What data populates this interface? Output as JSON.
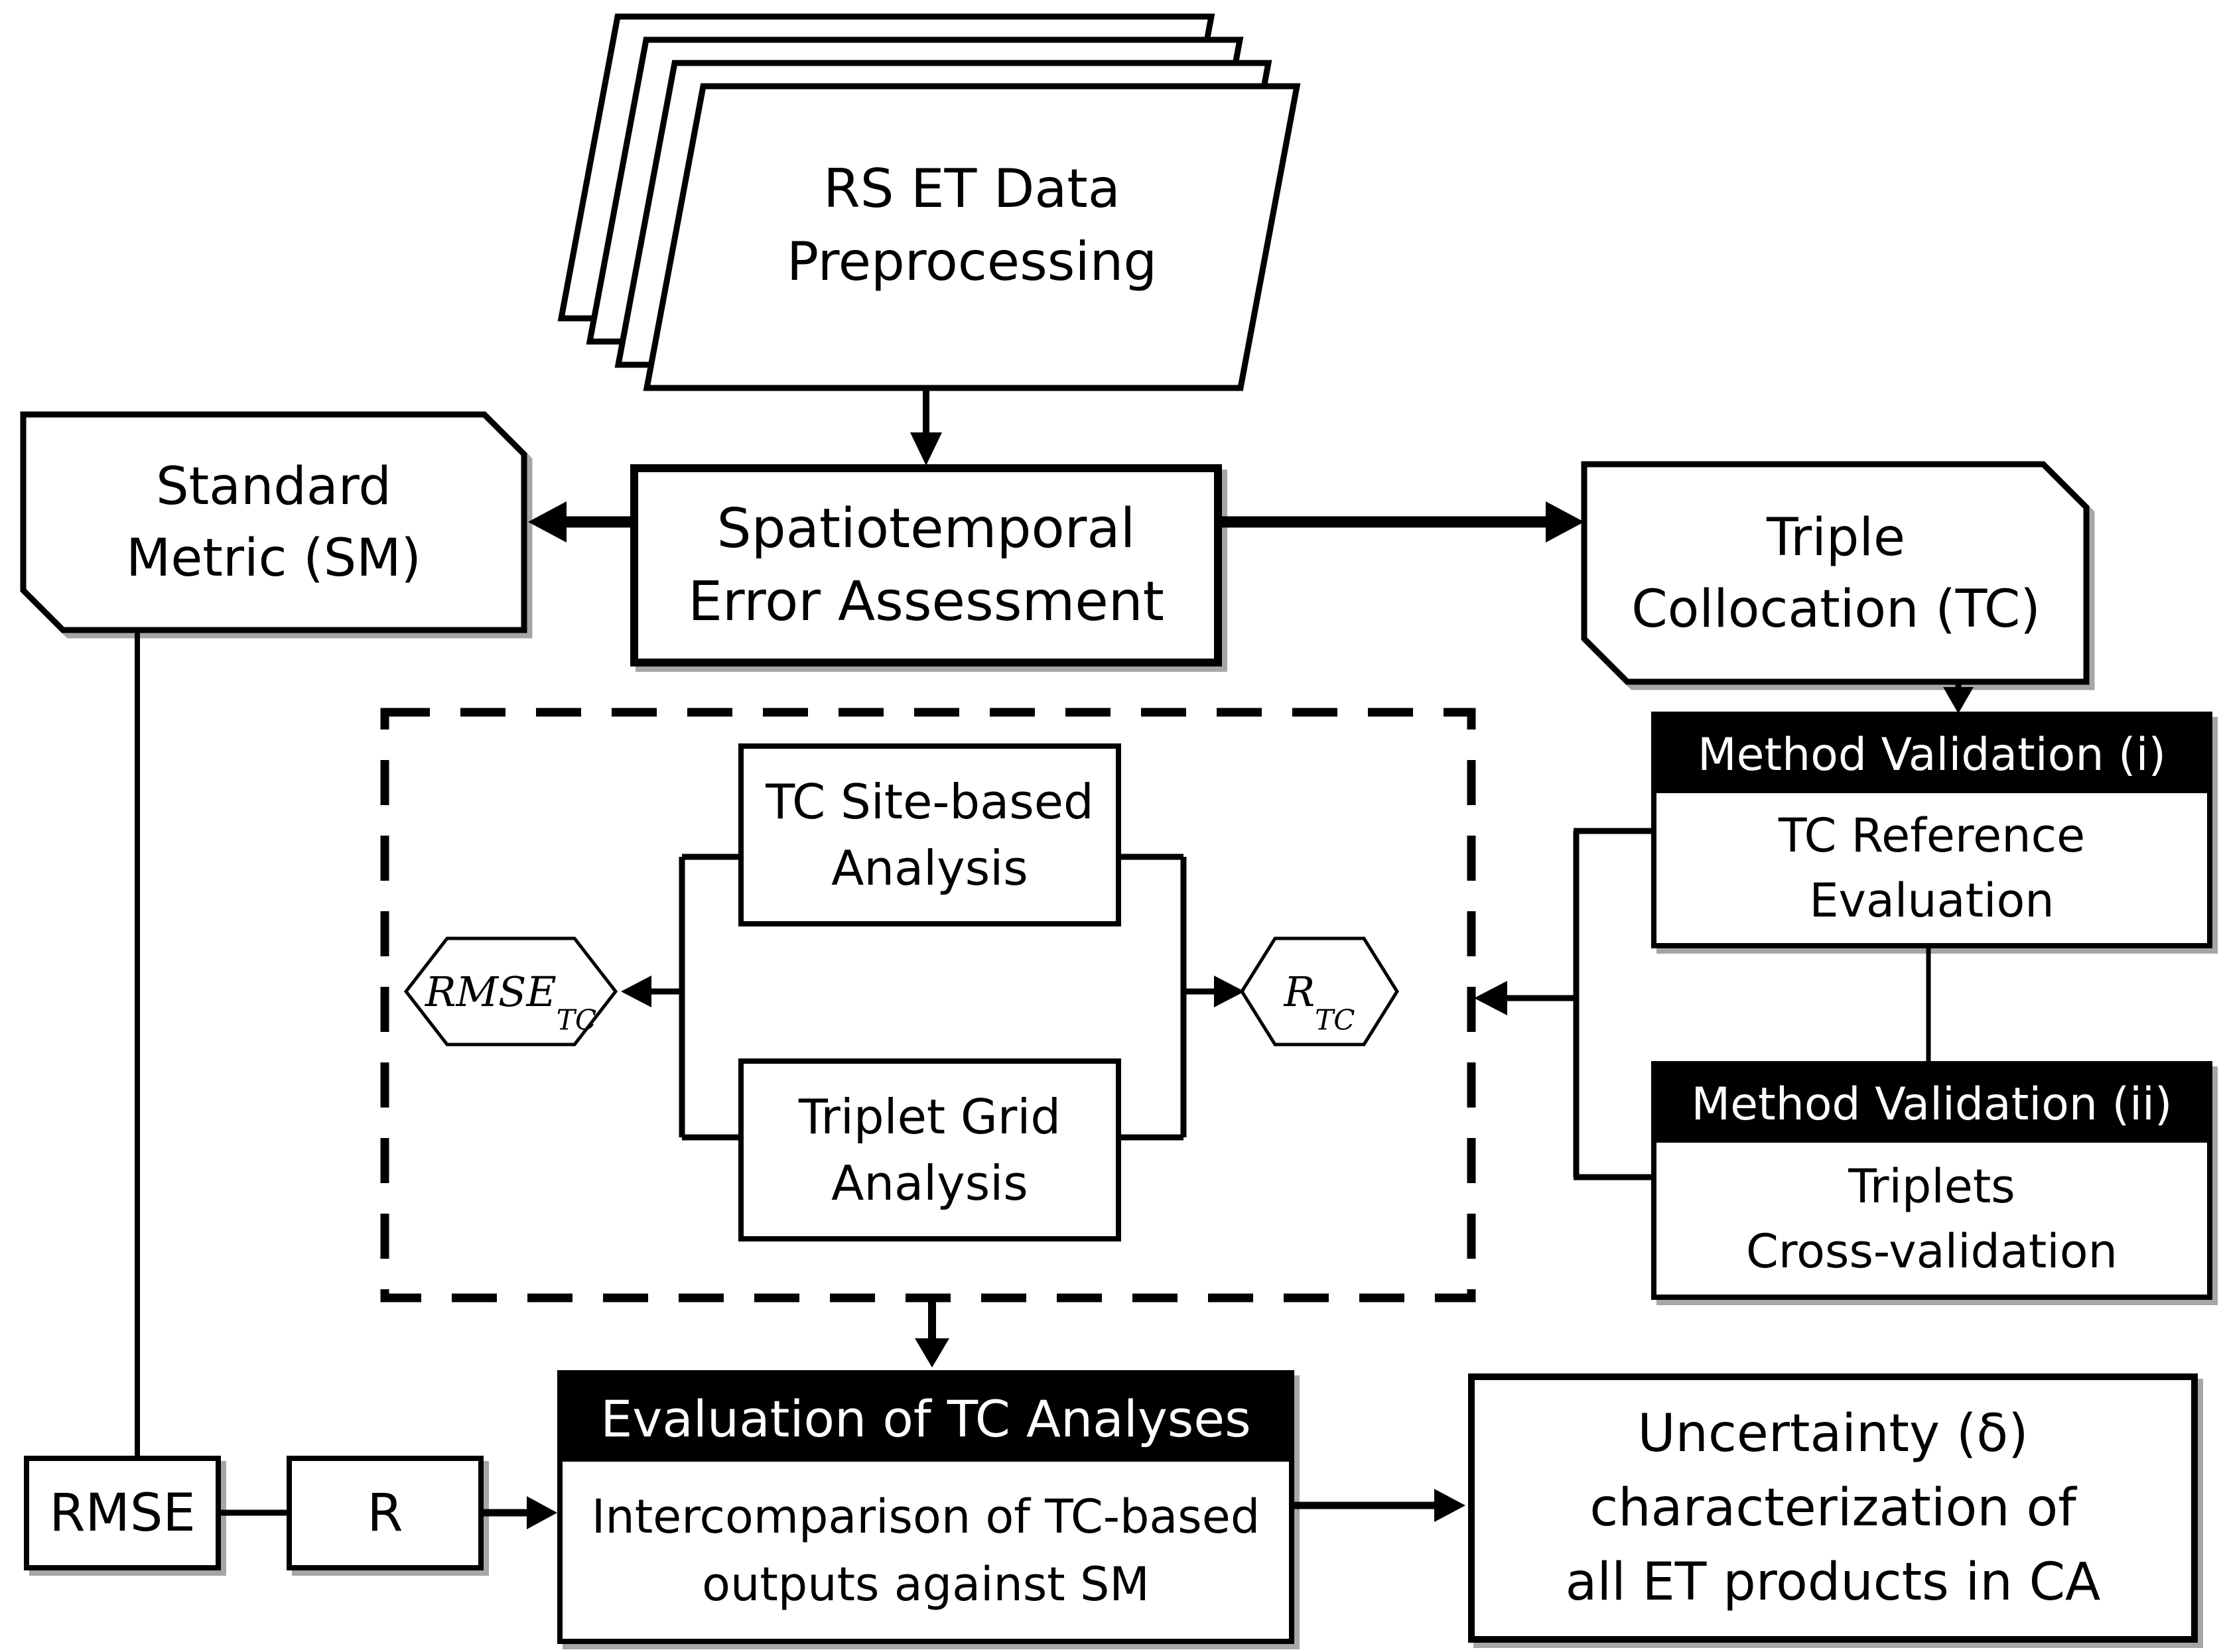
{
  "colors": {
    "ink": "#000000",
    "paper": "#ffffff",
    "header_bg": "#000000",
    "header_text": "#ffffff"
  },
  "nodes": {
    "preprocessing": {
      "label": "RS ET Data\nPreprocessing"
    },
    "spatiotemporal": {
      "label": "Spatiotemporal\nError Assessment"
    },
    "standard_metric": {
      "label": "Standard\nMetric (SM)"
    },
    "triple_collocation": {
      "label": "Triple\nCollocation (TC)"
    },
    "tc_site_analysis": {
      "label": "TC Site-based\nAnalysis"
    },
    "triplet_grid_analysis": {
      "label": "Triplet Grid\nAnalysis"
    },
    "rmse_tc": {
      "main": "RMSE",
      "sub": "TC"
    },
    "r_tc": {
      "main": "R",
      "sub": "TC"
    },
    "method_validation_i": {
      "header": "Method Validation (i)",
      "body": "TC Reference\nEvaluation"
    },
    "method_validation_ii": {
      "header": "Method Validation (ii)",
      "body": "Triplets\nCross-validation"
    },
    "rmse": {
      "label": "RMSE"
    },
    "r": {
      "label": "R"
    },
    "evaluation": {
      "header": "Evaluation of TC Analyses",
      "body": "Intercomparison of TC-based\noutputs against SM"
    },
    "uncertainty": {
      "label": "Uncertainty (δ)\ncharacterization of\nall ET products in CA"
    }
  }
}
